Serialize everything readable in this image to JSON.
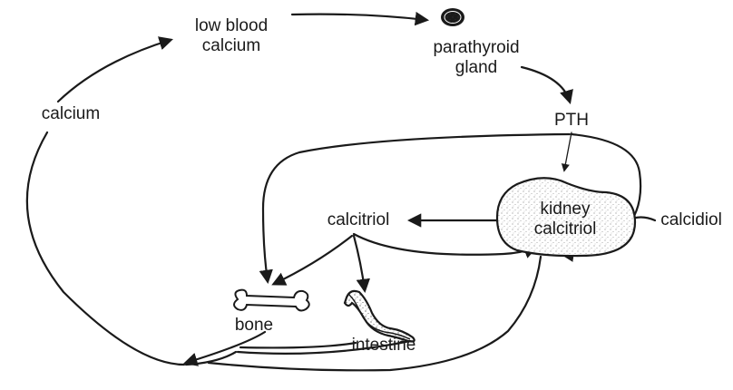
{
  "labels": {
    "low_blood_calcium_line1": "low blood",
    "low_blood_calcium_line2": "calcium",
    "parathyroid_line1": "parathyroid",
    "parathyroid_line2": "gland",
    "pth": "PTH",
    "calcium": "calcium",
    "kidney_line1": "kidney",
    "kidney_line2": "calcitriol",
    "calcidiol": "calcidiol",
    "calcitriol": "calcitriol",
    "bone": "bone",
    "intestine": "intestine"
  },
  "colors": {
    "ink": "#1a1a1a",
    "background": "#ffffff"
  }
}
